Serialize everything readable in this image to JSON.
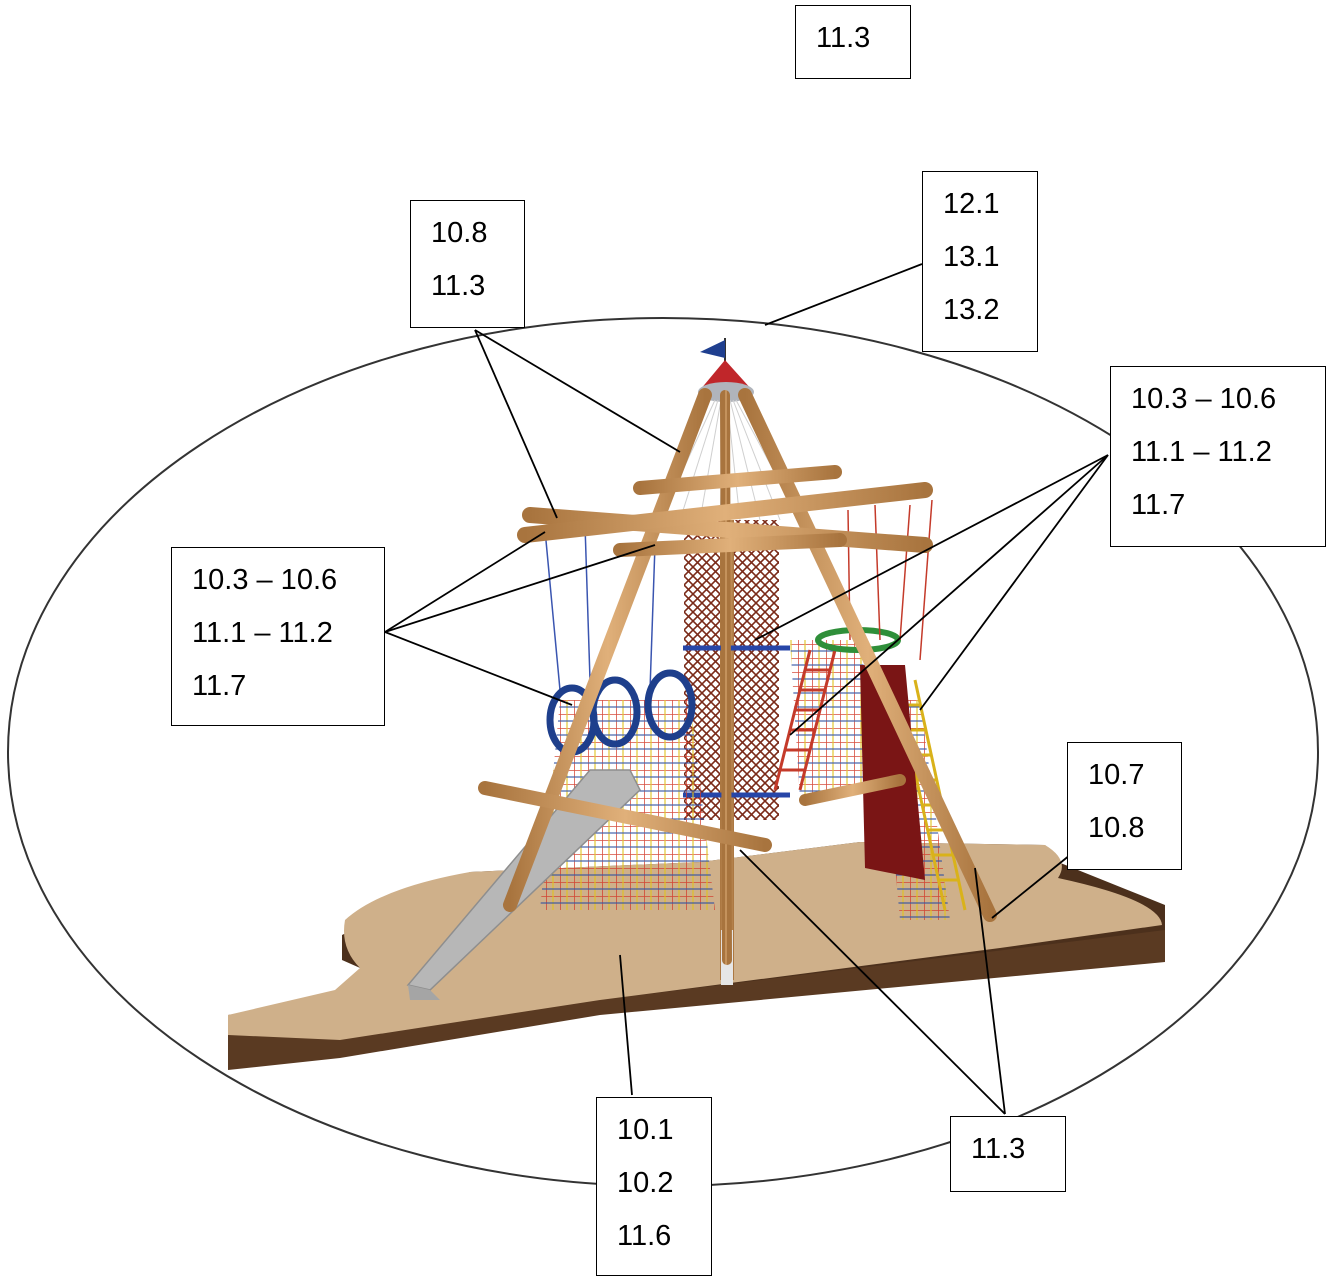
{
  "colors": {
    "ellipse_stroke": "#333333",
    "ground_top": "#cfb08a",
    "ground_side": "#5a3a22",
    "timber": "#c8955a",
    "roof": "#c0262a",
    "flag": "#1f3f8f",
    "rings": "#1e3f8c",
    "slide": "#b7b7b7",
    "climbing_wall": "#7a1515",
    "net_ring": "#2f8f3a",
    "rope_net": "#8a2a1a"
  },
  "labels": [
    {
      "id": "top",
      "lines": [
        "11.3"
      ]
    },
    {
      "id": "upper-left",
      "lines": [
        "10.8",
        "11.3"
      ]
    },
    {
      "id": "upper-right",
      "lines": [
        "12.1",
        "13.1",
        "13.2"
      ]
    },
    {
      "id": "right",
      "lines": [
        "10.3 – 10.6",
        "11.1 – 11.2",
        "11.7"
      ]
    },
    {
      "id": "left",
      "lines": [
        "10.3 – 10.6",
        "11.1 – 11.2",
        "11.7"
      ]
    },
    {
      "id": "lower-right",
      "lines": [
        "10.7",
        "10.8"
      ]
    },
    {
      "id": "bottom",
      "lines": [
        "10.1",
        "10.2",
        "11.6"
      ]
    },
    {
      "id": "bottom-right",
      "lines": [
        "11.3"
      ]
    }
  ]
}
